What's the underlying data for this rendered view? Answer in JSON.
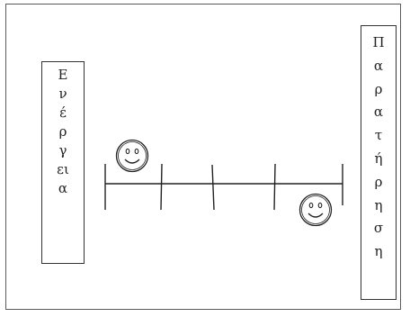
{
  "diagram": {
    "left_label_letters": [
      "Ε",
      "ν",
      "έ",
      "ρ",
      "γ",
      "ει",
      "α"
    ],
    "right_label_letters": [
      "Π",
      "α",
      "ρ",
      "α",
      "τ",
      "ή",
      "ρ",
      "η",
      "σ",
      "η"
    ],
    "scale_tick_count": 5,
    "smiley_markers": [
      {
        "at_tick": 1,
        "side": "above"
      },
      {
        "at_tick": 5,
        "side": "below"
      }
    ]
  }
}
